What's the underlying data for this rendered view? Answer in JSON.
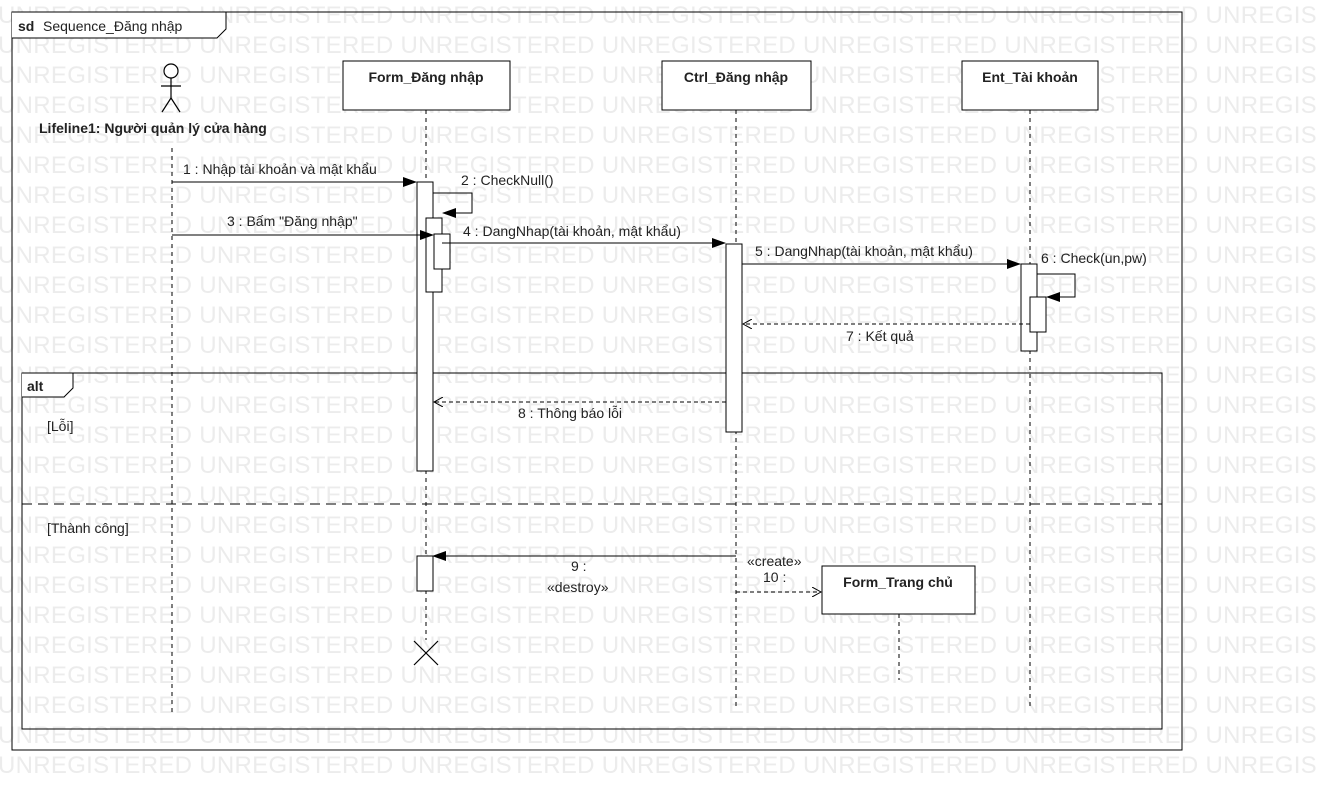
{
  "watermark": "UNREGISTERED",
  "frame": {
    "keyword": "sd",
    "name": "Sequence_Đăng nhập"
  },
  "actor": {
    "label": "Lifeline1: Người quản lý cửa hàng"
  },
  "lifelines": {
    "form_login": "Form_Đăng nhập",
    "ctrl_login": "Ctrl_Đăng nhập",
    "ent_account": "Ent_Tài khoản",
    "form_home": "Form_Trang chủ"
  },
  "messages": {
    "m1": "1 : Nhập tài khoản và mật khẩu",
    "m2": "2 : CheckNull()",
    "m3": "3 : Bấm \"Đăng nhập\"",
    "m4": "4 : DangNhap(tài khoản, mật khẩu)",
    "m5": "5 : DangNhap(tài khoản, mật khẩu)",
    "m6": "6 : Check(un,pw)",
    "m7": "7 : Kết quả",
    "m8": "8 : Thông báo lỗi",
    "m9_num": "9 :",
    "m9_stereo": "«destroy»",
    "m10_stereo": "«create»",
    "m10_num": "10 :"
  },
  "fragment": {
    "operator": "alt",
    "guard1": "[Lỗi]",
    "guard2": "[Thành công]"
  }
}
